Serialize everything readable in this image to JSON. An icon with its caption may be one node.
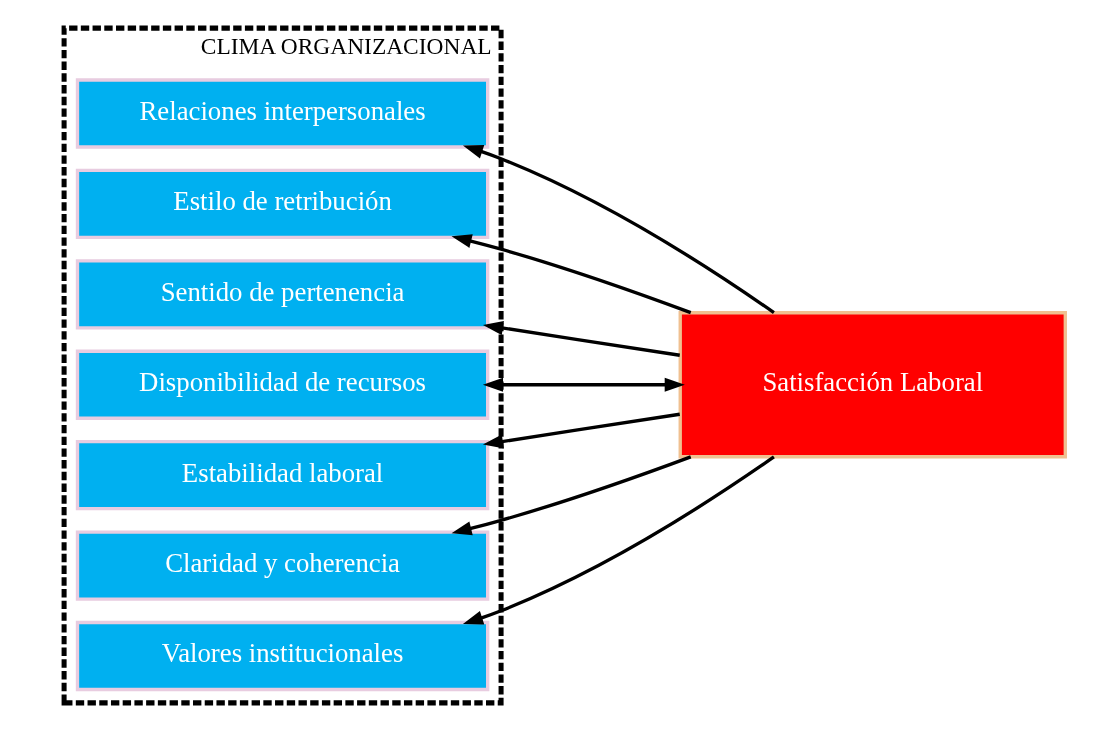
{
  "diagram": {
    "nodes": [
      {
        "text": [
          "CLIMA ORGANIZACIONAL"
        ]
      },
      {
        "text": [
          "Relaciones interpersonales"
        ],
        "in": 0
      },
      {
        "text": [
          "Estilo de retribución"
        ],
        "in": 0
      },
      {
        "text": [
          "Sentido de pertenencia"
        ],
        "in": 0
      },
      {
        "text": [
          "Disponibilidad de recursos"
        ],
        "in": 0
      },
      {
        "text": [
          "Estabilidad laboral"
        ],
        "in": 0
      },
      {
        "text": [
          "Claridad y coherencia"
        ],
        "in": 0
      },
      {
        "text": [
          "Valores institucionales"
        ],
        "in": 0
      },
      {
        "text": [
          "Satisfacción Laboral"
        ]
      }
    ],
    "edges": [
      {
        "from": 8,
        "to": 1,
        "arrow": "to"
      },
      {
        "from": 8,
        "to": 2,
        "arrow": "to"
      },
      {
        "from": 8,
        "to": 3,
        "arrow": "to"
      },
      {
        "from": 8,
        "to": 4,
        "arrow": "both"
      },
      {
        "from": 8,
        "to": 5,
        "arrow": "to"
      },
      {
        "from": 8,
        "to": 6,
        "arrow": "to"
      },
      {
        "from": 8,
        "to": 7,
        "arrow": "to"
      }
    ]
  }
}
